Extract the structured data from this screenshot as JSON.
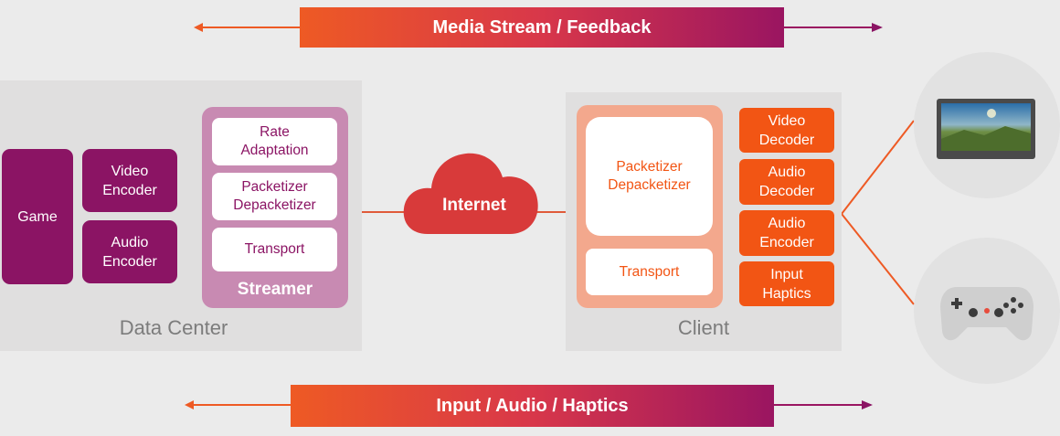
{
  "banners": {
    "top": "Media Stream / Feedback",
    "bottom": "Input / Audio / Haptics"
  },
  "data_center": {
    "label": "Data Center",
    "game": "Game",
    "video_encoder": "Video\nEncoder",
    "audio_encoder": "Audio\nEncoder",
    "streamer": {
      "label": "Streamer",
      "rate_adaptation": "Rate\nAdaptation",
      "packetizer": "Packetizer\nDepacketizer",
      "transport": "Transport"
    }
  },
  "internet": "Internet",
  "client": {
    "label": "Client",
    "packetizer": "Packetizer\nDepacketizer",
    "transport": "Transport",
    "video_decoder": "Video\nDecoder",
    "audio_decoder": "Audio\nDecoder",
    "audio_encoder": "Audio\nEncoder",
    "input_haptics": "Input\nHaptics"
  },
  "devices": [
    "screen-icon",
    "gamepad-icon"
  ],
  "colors": {
    "purple": "#8b1464",
    "streamer": "#c88ab2",
    "orange": "#f25514",
    "client_frame": "#f3a88d",
    "cloud": "#d83a3a"
  }
}
